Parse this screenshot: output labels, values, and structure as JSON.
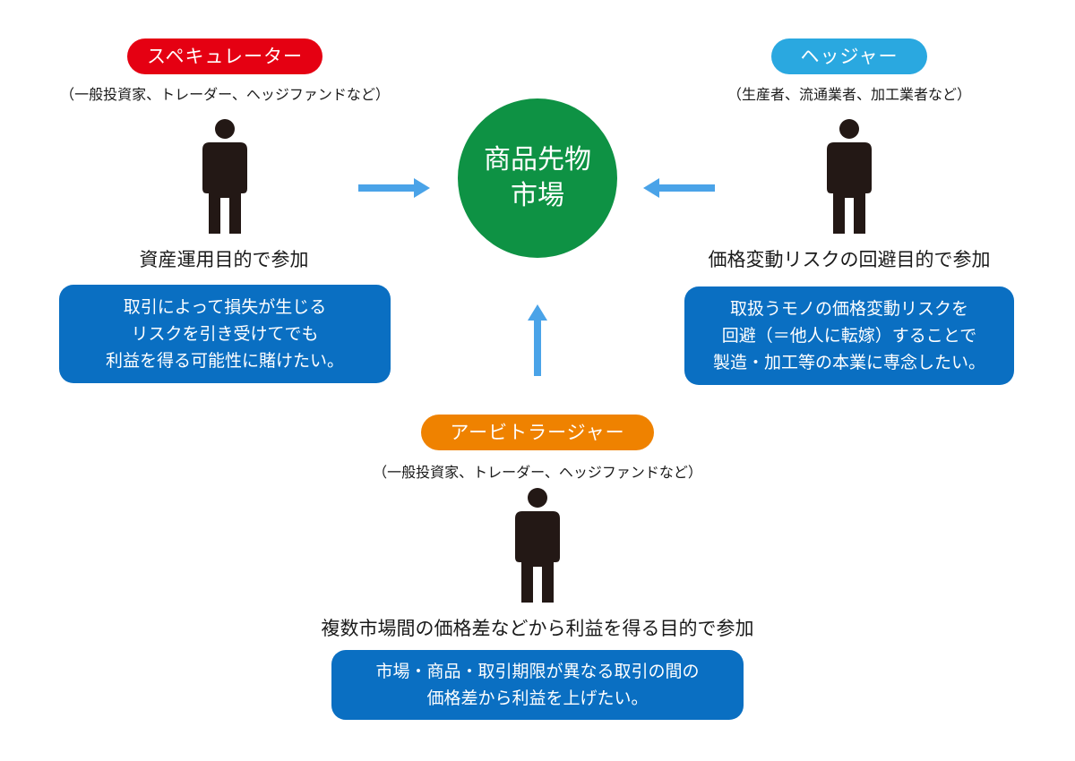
{
  "market": {
    "line1": "商品先物",
    "line2": "市場"
  },
  "speculator": {
    "label": "スペキュレーター",
    "label_color": "#e50012",
    "examples": "（一般投資家、トレーダー、ヘッジファンドなど）",
    "purpose": "資産運用目的で参加",
    "box_lines": [
      "取引によって損失が生じる",
      "リスクを引き受けてでも",
      "利益を得る可能性に賭けたい。"
    ]
  },
  "hedger": {
    "label": "ヘッジャー",
    "label_color": "#2aa8e0",
    "examples": "（生産者、流通業者、加工業者など）",
    "purpose": "価格変動リスクの回避目的で参加",
    "box_lines": [
      "取扱うモノの価格変動リスクを",
      "回避（＝他人に転嫁）することで",
      "製造・加工等の本業に専念したい。"
    ]
  },
  "arbitrageur": {
    "label": "アービトラージャー",
    "label_color": "#ef8200",
    "examples": "（一般投資家、トレーダー、ヘッジファンドなど）",
    "purpose": "複数市場間の価格差などから利益を得る目的で参加",
    "box_lines": [
      "市場・商品・取引期限が異なる取引の間の",
      "価格差から利益を上げたい。"
    ]
  },
  "colors": {
    "box_blue": "#0a6fc2",
    "market_green": "#0e9244",
    "arrow_blue": "#4aa3e8",
    "person": "#231815"
  }
}
